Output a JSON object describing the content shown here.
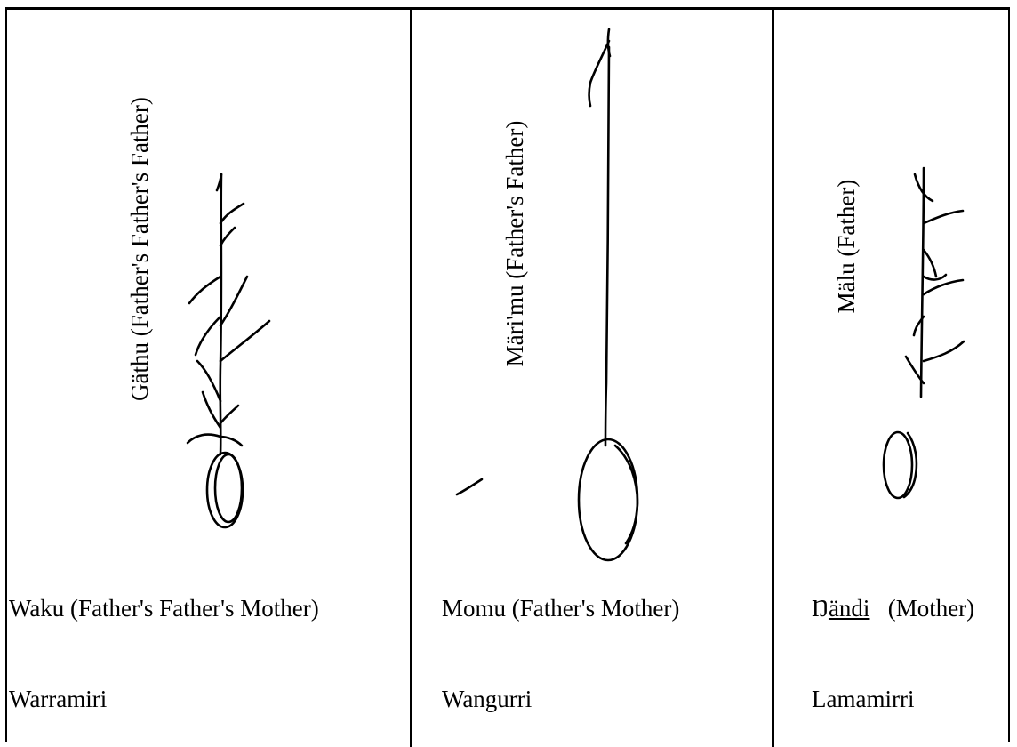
{
  "panels": [
    {
      "vertical_label": "Gäthu (Father's Father's Father)",
      "relation_label": "Waku (Father's Father's Mother)",
      "clan_label": "Warramiri"
    },
    {
      "vertical_label": "Märi'mu   (Father's Father)",
      "relation_label": "Momu   (Father's Mother)",
      "clan_label": "Wangurri"
    },
    {
      "vertical_label": "Mälu   (Father)",
      "relation_label_prefix": "Ŋ",
      "relation_label_underlined": "ändi",
      "relation_label_suffix": "   (Mother)",
      "clan_label": "Lamamirri"
    }
  ]
}
